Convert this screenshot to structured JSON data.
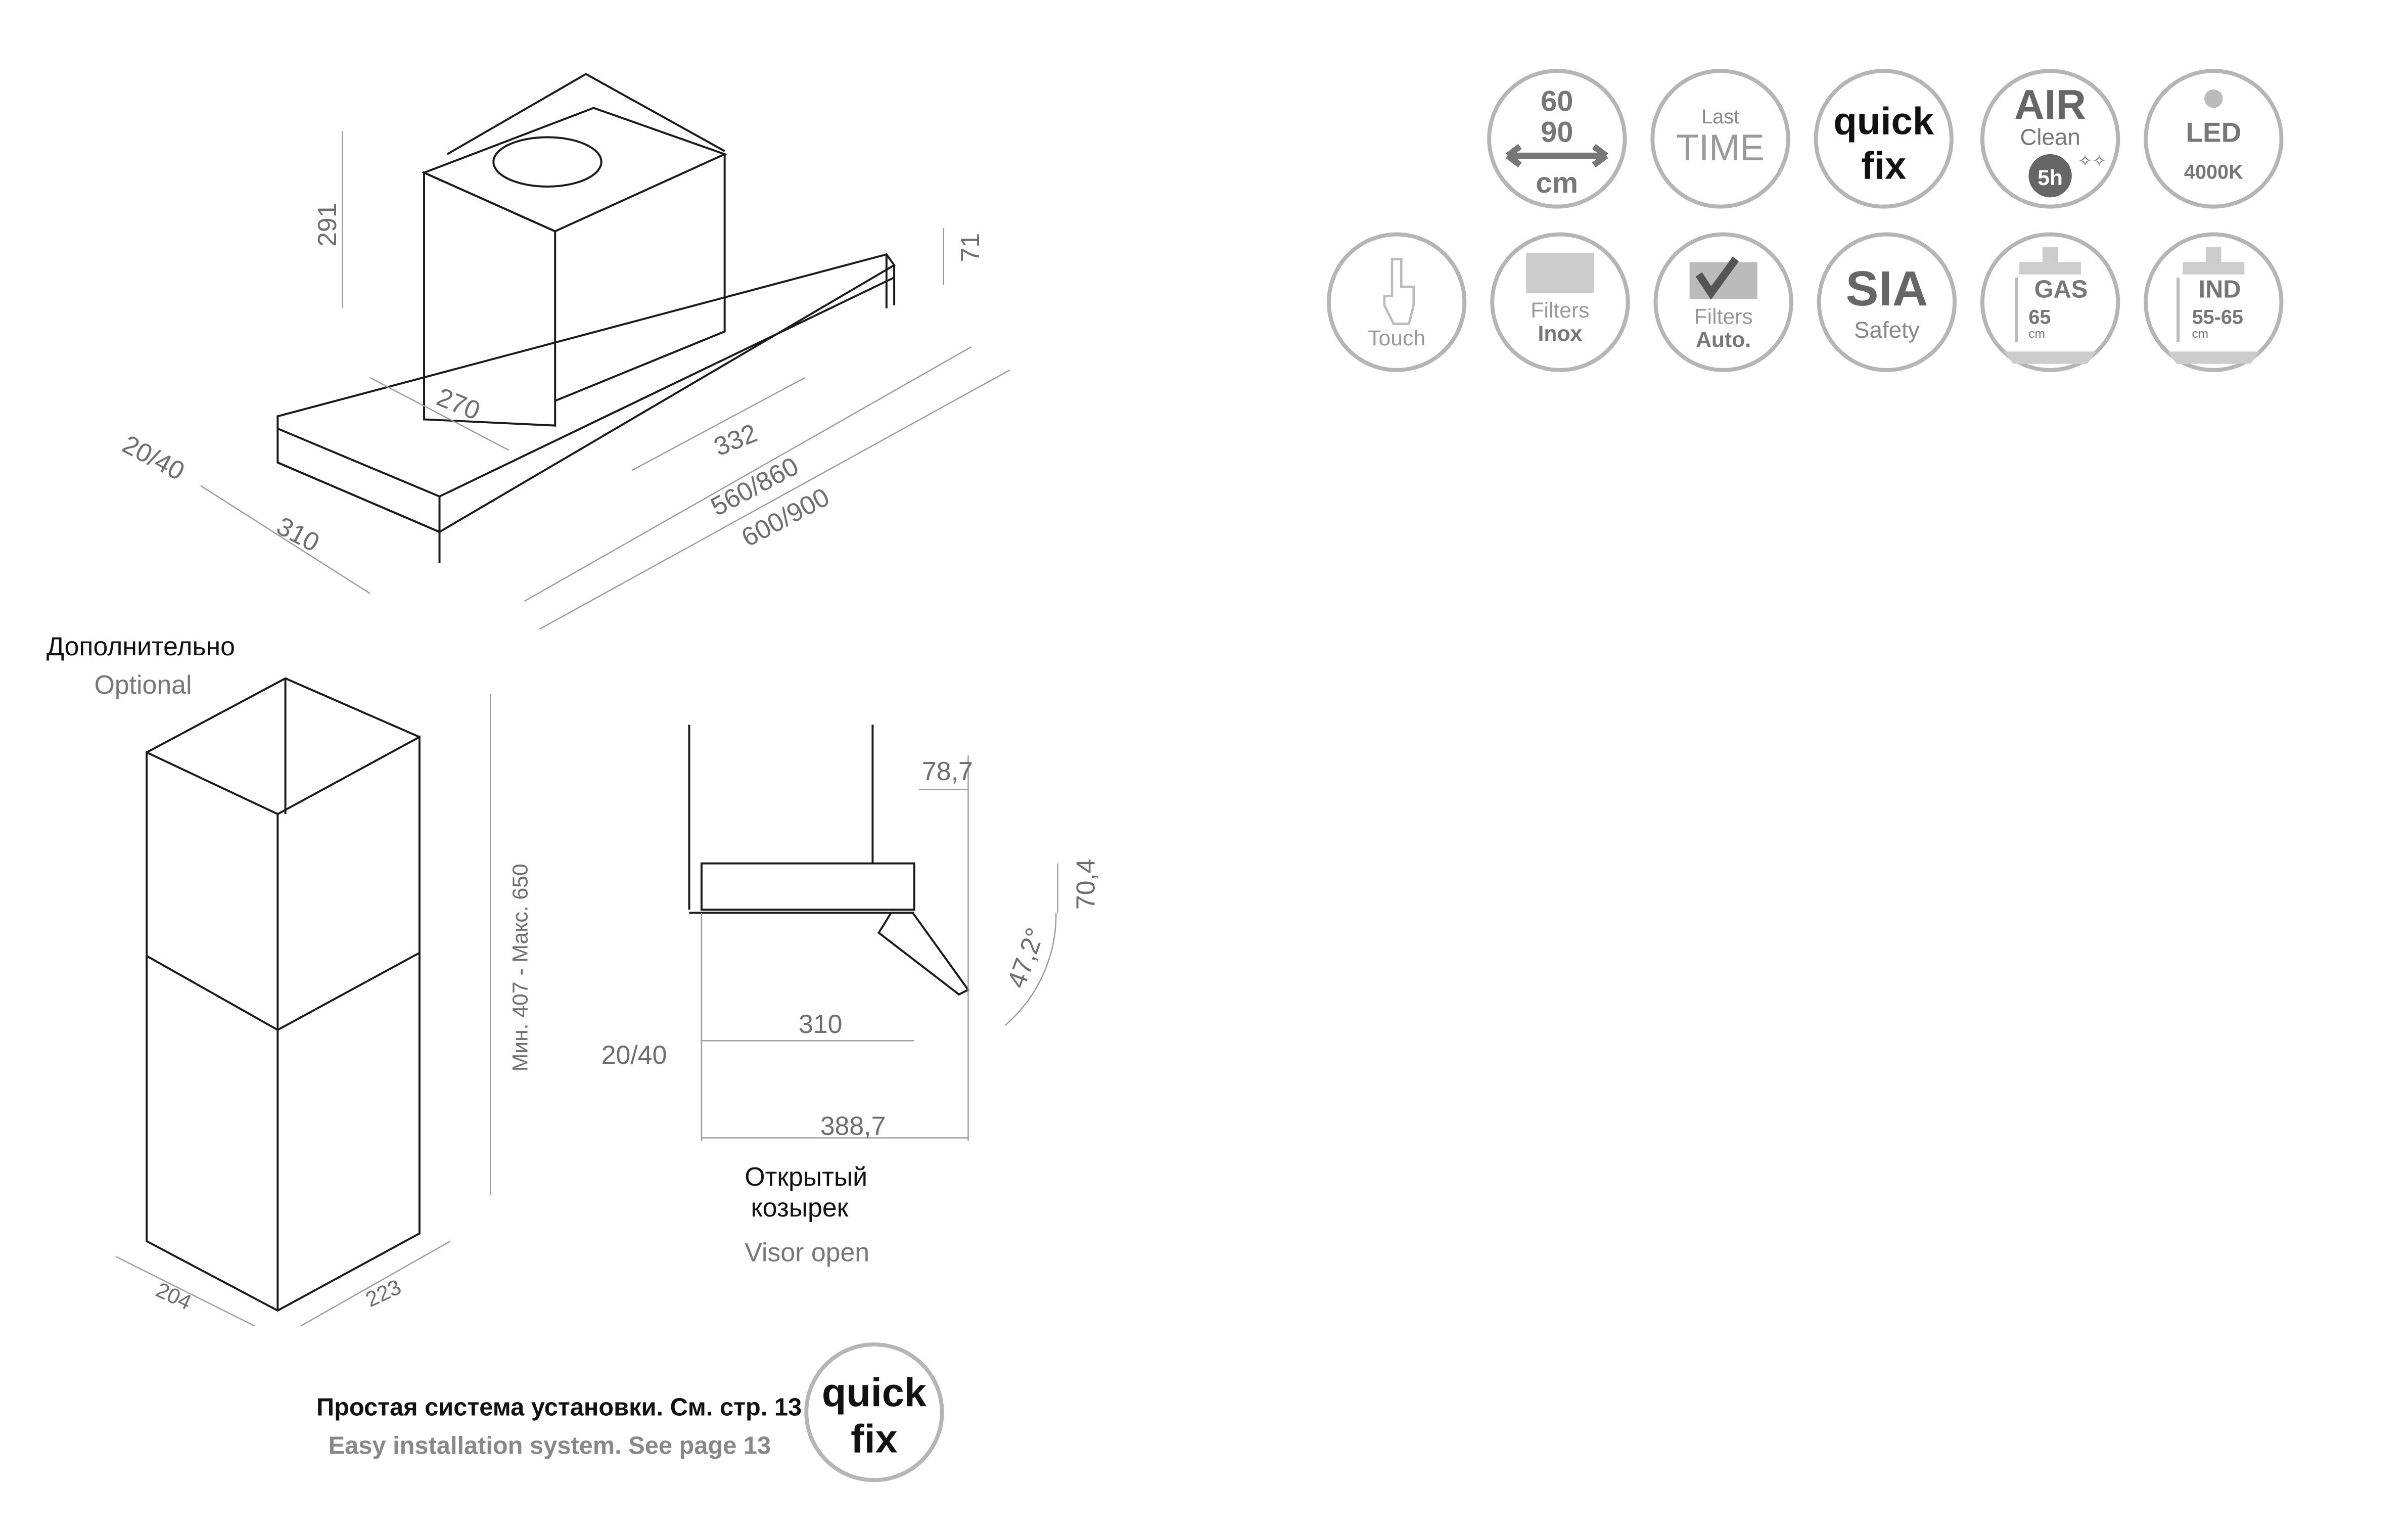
{
  "top_drawing": {
    "dimensions": {
      "height_chimney": "291",
      "height_front": "71",
      "depth_chimney": "270",
      "width_chimney": "332",
      "offset": "20/40",
      "depth": "310",
      "inner_width": "560/860",
      "outer_width": "600/900"
    }
  },
  "optional": {
    "label_ru": "Дополнительно",
    "label_en": "Optional",
    "height_range": "Мин. 407 - Макс. 650",
    "depth": "204",
    "width": "223"
  },
  "side_view": {
    "dim_visor": "78,7",
    "dim_height": "70,4",
    "angle": "47,2°",
    "depth": "310",
    "offset": "20/40",
    "total_depth": "388,7",
    "caption_ru_1": "Открытый",
    "caption_ru_2": "козырек",
    "caption_en": "Visor open"
  },
  "footer": {
    "note_ru": "Простая система установки. См. стр. 13",
    "note_en": "Easy installation system. See page 13",
    "badge_line1": "quick",
    "badge_line2": "fix"
  },
  "feature_icons": {
    "size": {
      "line1": "60",
      "line2": "90",
      "line3": "cm"
    },
    "last_time": {
      "line1": "Last",
      "line2": "TIME"
    },
    "quick_fix": {
      "line1": "quick",
      "line2": "fix"
    },
    "air_clean": {
      "line1": "AIR",
      "line2": "Clean",
      "line3": "5h"
    },
    "led": {
      "line1": "LED",
      "line2": "4000K"
    },
    "touch": {
      "line1": "Touch"
    },
    "filters_inox": {
      "line1": "Filters",
      "line2": "Inox"
    },
    "filters_auto": {
      "line1": "Filters",
      "line2": "Auto."
    },
    "sia": {
      "line1": "SIA",
      "line2": "Safety"
    },
    "gas": {
      "line1": "GAS",
      "line2": "65",
      "line3": "cm"
    },
    "ind": {
      "line1": "IND",
      "line2": "55-65",
      "line3": "cm"
    }
  }
}
